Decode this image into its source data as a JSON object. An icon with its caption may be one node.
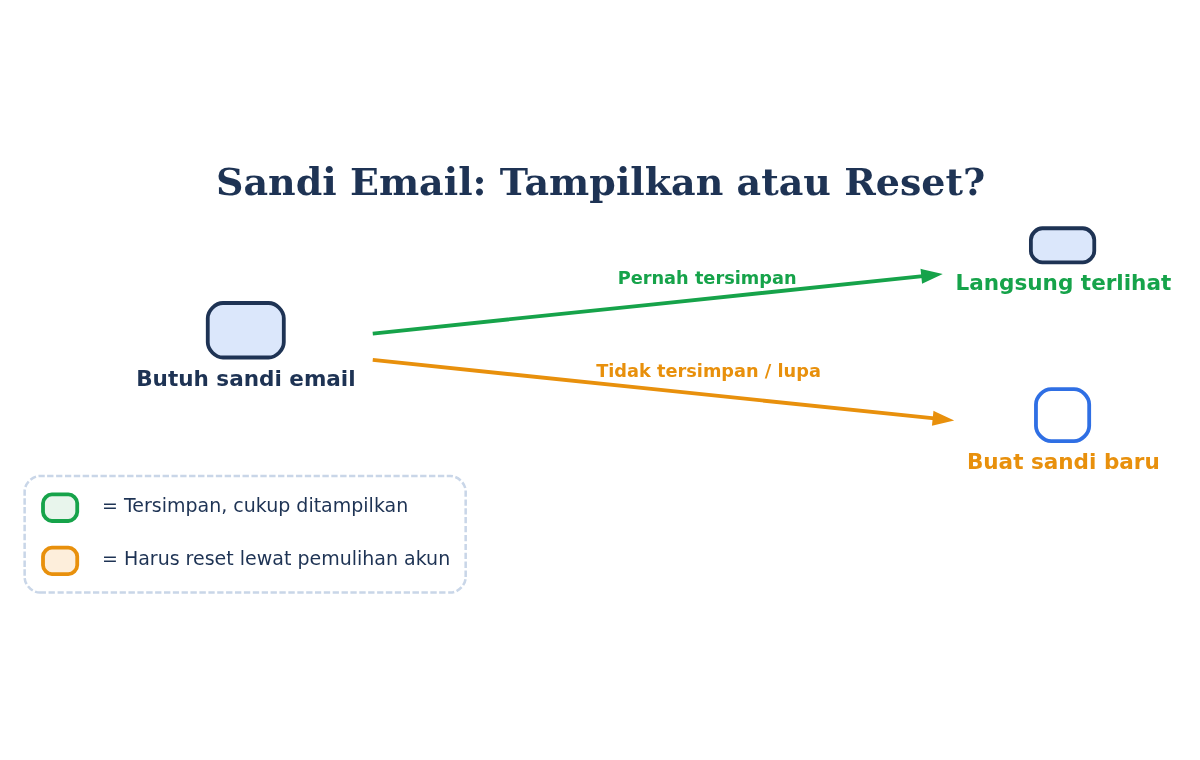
{
  "diagram": {
    "title": "Sandi Email: Tampilkan atau Reset?",
    "nodes": [
      {
        "text": [
          "Butuh sandi email"
        ]
      },
      {
        "text": [
          "Langsung terlihat"
        ]
      },
      {
        "text": [
          "Buat sandi baru"
        ]
      }
    ],
    "edges": [
      {
        "from": 0,
        "to": 1,
        "arrow": "to",
        "label": "Pernah tersimpan",
        "color": "#16a34a"
      },
      {
        "from": 0,
        "to": 2,
        "arrow": "to",
        "label": "Tidak tersimpan / lupa",
        "color": "#e8900c"
      }
    ],
    "legend": [
      {
        "text": "= Tersimpan, cukup ditampilkan"
      },
      {
        "text": "= Harus reset lewat pemulihan akun"
      }
    ]
  }
}
